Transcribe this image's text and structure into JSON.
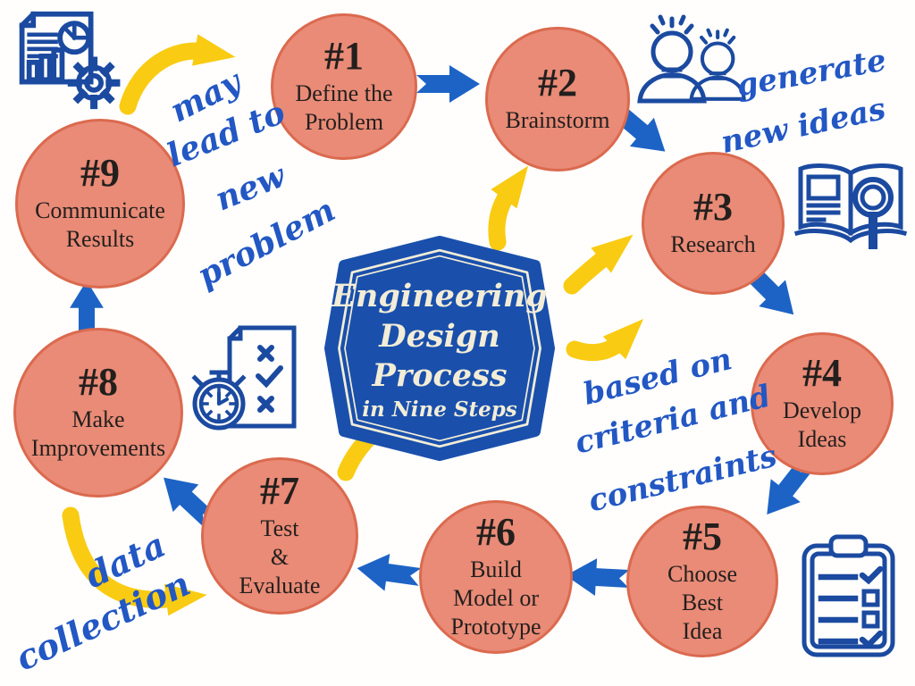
{
  "title": "Engineering Design Process in Nine Steps",
  "badge": {
    "line1": "Engineering",
    "line2": "Design",
    "line3": "Process",
    "subtitle": "in Nine Steps"
  },
  "steps": [
    {
      "number": "#1",
      "label": "Define the\nProblem"
    },
    {
      "number": "#2",
      "label": "Brainstorm"
    },
    {
      "number": "#3",
      "label": "Research"
    },
    {
      "number": "#4",
      "label": "Develop\nIdeas"
    },
    {
      "number": "#5",
      "label": "Choose\nBest\nIdea"
    },
    {
      "number": "#6",
      "label": "Build\nModel or\nPrototype"
    },
    {
      "number": "#7",
      "label": "Test\n&\nEvaluate"
    },
    {
      "number": "#8",
      "label": "Make\nImprovements"
    },
    {
      "number": "#9",
      "label": "Communicate\nResults"
    }
  ],
  "annotations": {
    "may_lead": {
      "words": [
        "may",
        "lead to",
        "new",
        "problem"
      ]
    },
    "generate": {
      "words": [
        "generate",
        "new ideas"
      ]
    },
    "based_on": {
      "words": [
        "based on",
        "criteria and",
        "constraints"
      ]
    },
    "data_collection": {
      "words": [
        "data",
        "collection"
      ]
    }
  },
  "icons": {
    "top_left": "report-analytics-gear-icon",
    "top_right": "brainstorm-lightbulb-people-icon",
    "right": "research-book-magnifier-icon",
    "bottom_right": "clipboard-checklist-icon",
    "center_left": "stopwatch-checklist-icon"
  },
  "colors": {
    "salmon": "#E98B77",
    "salmon_border": "#DB6A4F",
    "arrow_blue": "#1D63C6",
    "icon_blue": "#1B4AA0",
    "script_blue": "#2257C4",
    "badge_blue": "#1A50AC",
    "badge_cream": "#F3EDD7",
    "yellow": "#F9CB12",
    "circle_text": "#231F1D",
    "background": "#FFFEFC"
  }
}
